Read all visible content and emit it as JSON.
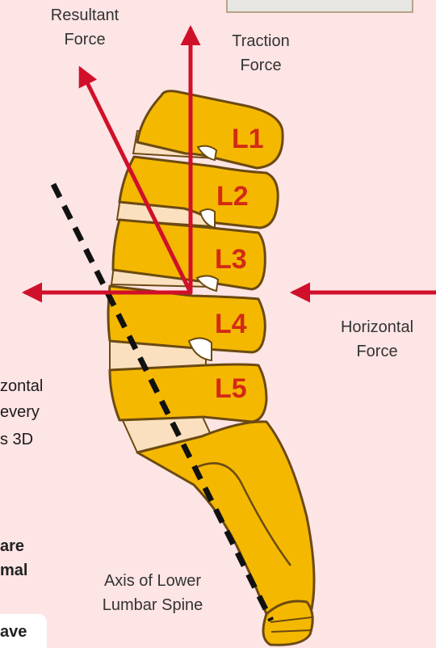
{
  "labels": {
    "resultant_line1": "Resultant",
    "resultant_line2": "Force",
    "traction_line1": "Traction",
    "traction_line2": "Force",
    "horizontal_line1": "Horizontal",
    "horizontal_line2": "Force",
    "axis_line1": "Axis of Lower",
    "axis_line2": "Lumbar Spine"
  },
  "vertebrae": [
    "L1",
    "L2",
    "L3",
    "L4",
    "L5"
  ],
  "side_text": {
    "line1": "zontal",
    "line2": "every",
    "line3": "s  3D",
    "bold1": "are",
    "bold2": "mal",
    "bold3": "ave"
  },
  "colors": {
    "background": "#fde4e5",
    "bone": "#f5b800",
    "disc": "#fbe0c0",
    "outline": "#6b4a12",
    "arrow": "#d0102a",
    "vertebra_label": "#d22a16"
  }
}
